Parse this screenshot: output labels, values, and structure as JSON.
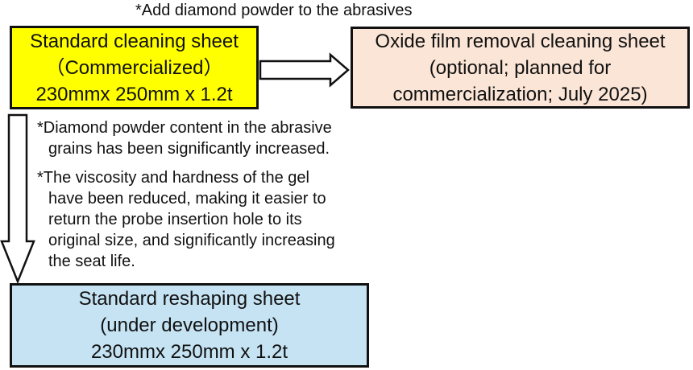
{
  "top_note": "*Add diamond powder to the abrasives",
  "boxes": {
    "standard_cleaning": {
      "lines": [
        "Standard cleaning sheet",
        "（Commercialized）",
        "230mmx 250mm x 1.2t"
      ],
      "fill": "#ffff00"
    },
    "oxide_removal": {
      "lines": [
        "Oxide film removal cleaning sheet",
        "(optional; planned for",
        "commercialization; July 2025)"
      ],
      "fill": "#fbe5d6"
    },
    "reshaping": {
      "lines": [
        "Standard reshaping sheet",
        "(under development)",
        "230mmx 250mm x 1.2t"
      ],
      "fill": "#c5e3f3"
    }
  },
  "notes": {
    "diamond": [
      "*Diamond powder content in the abrasive",
      "grains has been significantly increased."
    ],
    "viscosity": [
      "*The viscosity and hardness of the gel",
      "have been reduced, making it easier to",
      "return the probe insertion hole to its",
      "original size, and significantly increasing",
      "the seat life."
    ]
  }
}
